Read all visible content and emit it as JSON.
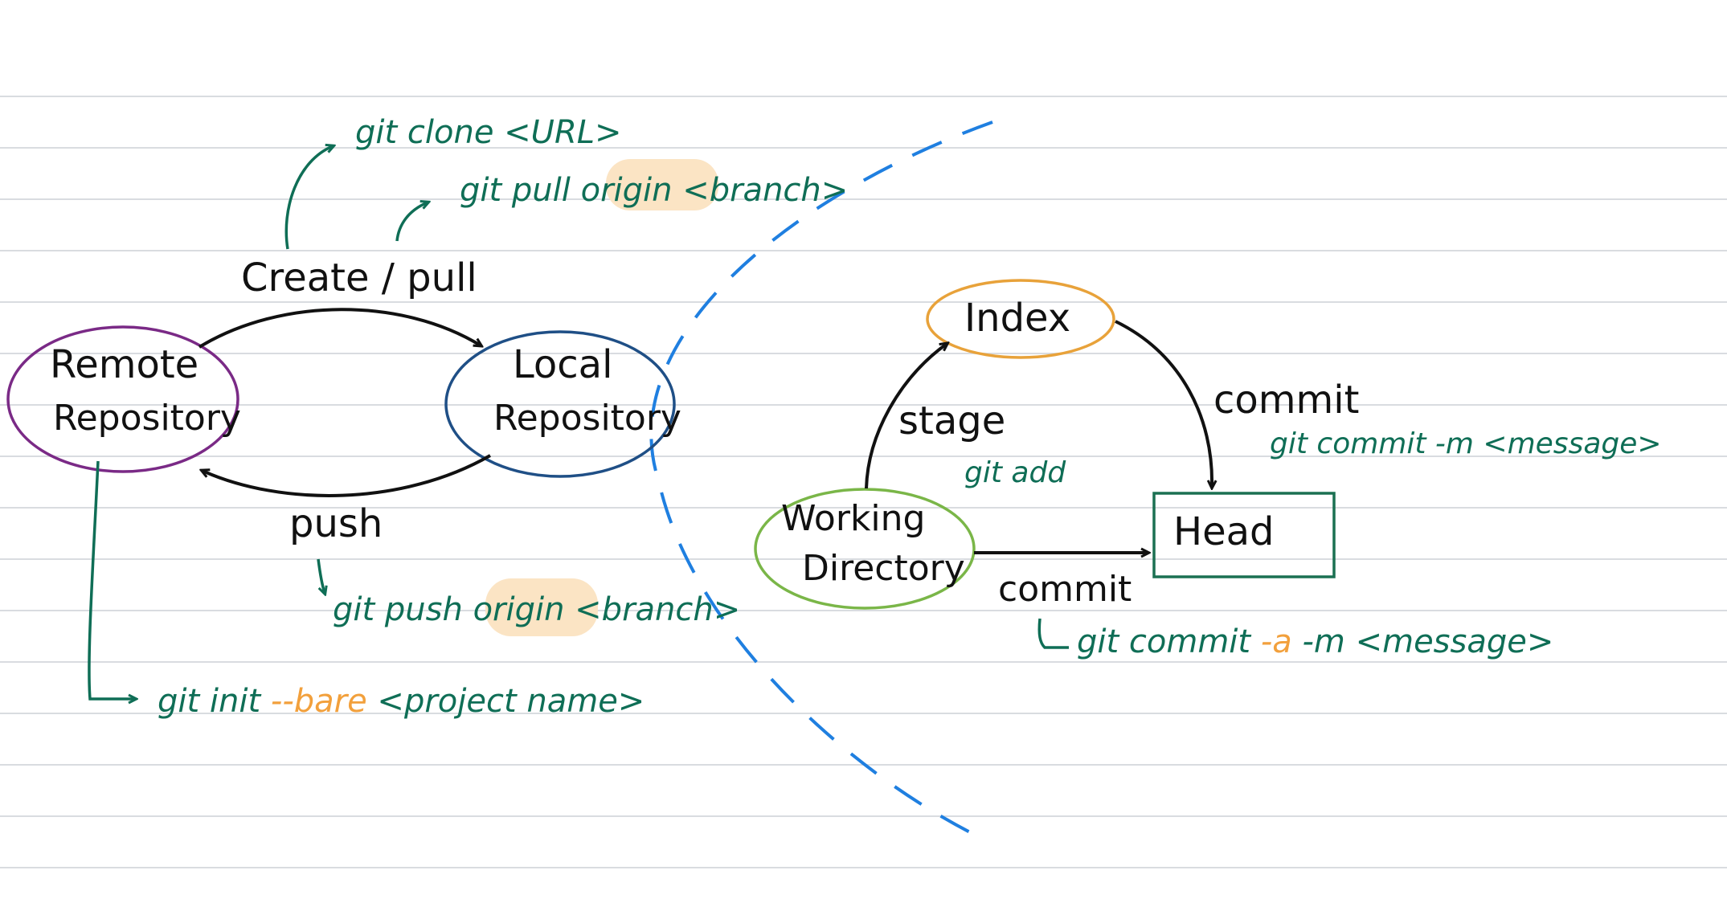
{
  "colors": {
    "ruled_line": "#d9dce0",
    "black": "#111111",
    "green": "#0f6e56",
    "orange": "#f2a03c",
    "highlight": "#fbe4c4",
    "purple": "#7a2a86",
    "navy": "#1f4f86",
    "index_orange": "#e8a23a",
    "lime": "#7ab648",
    "head_green": "#1b7052",
    "dash_blue": "#1f7fe0"
  },
  "nodes": {
    "remote": {
      "line1": "Remote",
      "line2": "Repository"
    },
    "local": {
      "line1": "Local",
      "line2": "Repository"
    },
    "index": {
      "label": "Index"
    },
    "working": {
      "line1": "Working",
      "line2": "Directory"
    },
    "head": {
      "label": "Head"
    }
  },
  "edges": {
    "create_pull": "Create / pull",
    "push": "push",
    "stage": "stage",
    "commit_top": "commit",
    "commit_bottom": "commit"
  },
  "commands": {
    "clone": "git clone <URL>",
    "pull_prefix": "git pull ",
    "pull_origin": "origin",
    "pull_suffix": " <branch>",
    "push_prefix": "git push ",
    "push_origin": "origin",
    "push_suffix": " <branch>",
    "init_prefix": "git init ",
    "init_bare": "--bare",
    "init_suffix": " <project name>",
    "add": "git add",
    "commit_m": "git commit -m <message>",
    "commit_a_prefix": "git commit ",
    "commit_a_flag": "-a",
    "commit_a_suffix": " -m <message>"
  }
}
